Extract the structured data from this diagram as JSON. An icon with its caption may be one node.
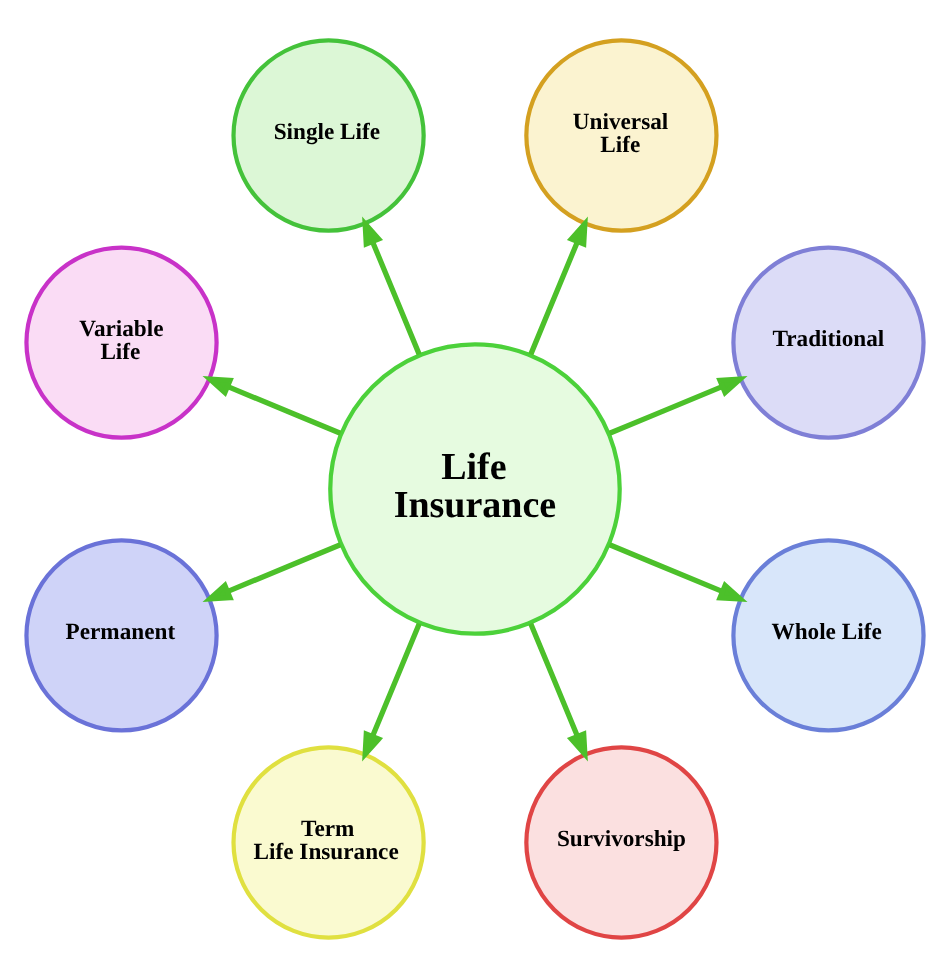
{
  "diagram": {
    "nodes": [
      {
        "text": [
          "Life Insurance"
        ]
      },
      {
        "text": [
          "Traditional"
        ]
      },
      {
        "text": [
          "Universal Life"
        ]
      },
      {
        "text": [
          "Single Life"
        ]
      },
      {
        "text": [
          "Variable Life"
        ]
      },
      {
        "text": [
          "Permanent"
        ]
      },
      {
        "text": [
          "Term Life Insurance"
        ]
      },
      {
        "text": [
          "Survivorship"
        ]
      },
      {
        "text": [
          "Whole Life"
        ]
      }
    ],
    "edges": [
      {
        "from": 0,
        "to": 1,
        "arrow": "to"
      },
      {
        "from": 0,
        "to": 2,
        "arrow": "to"
      },
      {
        "from": 0,
        "to": 3,
        "arrow": "to"
      },
      {
        "from": 0,
        "to": 4,
        "arrow": "to"
      },
      {
        "from": 0,
        "to": 5,
        "arrow": "to"
      },
      {
        "from": 0,
        "to": 6,
        "arrow": "to"
      },
      {
        "from": 0,
        "to": 7,
        "arrow": "to"
      },
      {
        "from": 0,
        "to": 8,
        "arrow": "to"
      }
    ]
  }
}
